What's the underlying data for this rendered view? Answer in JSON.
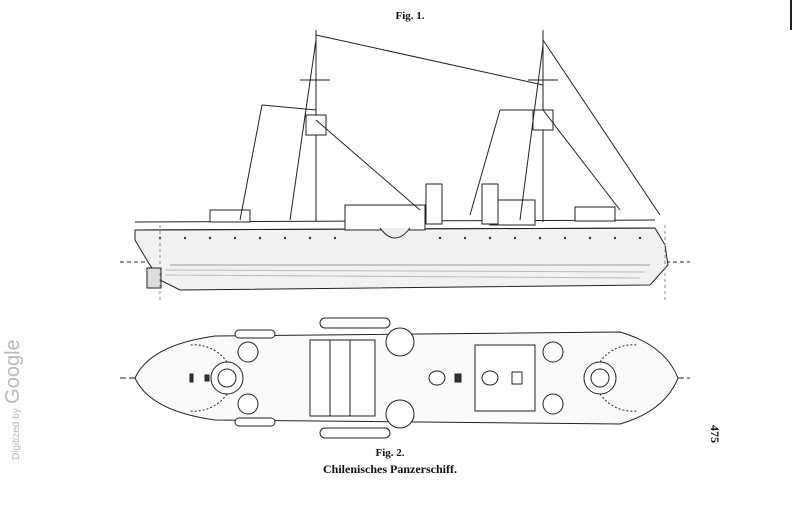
{
  "figure1": {
    "caption": "Fig. 1."
  },
  "figure2": {
    "caption": "Fig. 2."
  },
  "main_caption": "Chilenisches Panzerschiff.",
  "page_number": "475",
  "watermark": {
    "prefix": "Digitized by",
    "brand": "Google"
  }
}
